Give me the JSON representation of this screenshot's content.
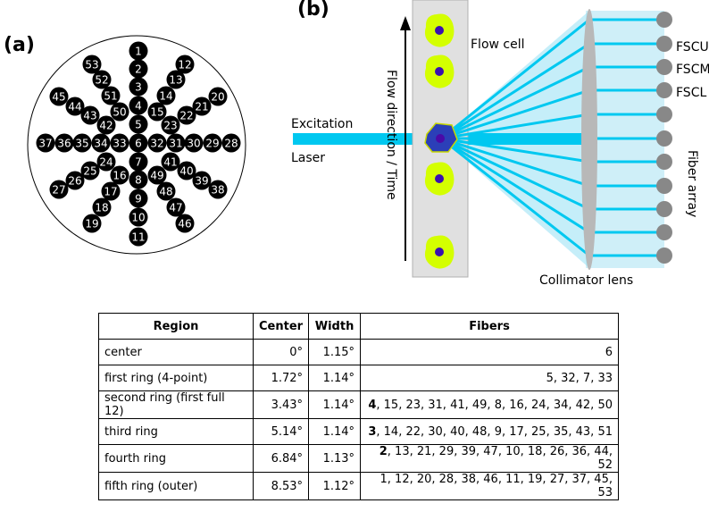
{
  "panel_a_label": "(a)",
  "panel_b_label": "(b)",
  "fibers": [
    {
      "id": "1"
    },
    {
      "id": "2"
    },
    {
      "id": "3"
    },
    {
      "id": "4"
    },
    {
      "id": "5"
    },
    {
      "id": "6"
    },
    {
      "id": "7"
    },
    {
      "id": "8"
    },
    {
      "id": "9"
    },
    {
      "id": "10"
    },
    {
      "id": "11"
    },
    {
      "id": "12"
    },
    {
      "id": "13"
    },
    {
      "id": "14"
    },
    {
      "id": "15"
    },
    {
      "id": "16"
    },
    {
      "id": "17"
    },
    {
      "id": "18"
    },
    {
      "id": "19"
    },
    {
      "id": "20"
    },
    {
      "id": "21"
    },
    {
      "id": "22"
    },
    {
      "id": "23"
    },
    {
      "id": "24"
    },
    {
      "id": "25"
    },
    {
      "id": "26"
    },
    {
      "id": "27"
    },
    {
      "id": "28"
    },
    {
      "id": "29"
    },
    {
      "id": "30"
    },
    {
      "id": "31"
    },
    {
      "id": "32"
    },
    {
      "id": "33"
    },
    {
      "id": "34"
    },
    {
      "id": "35"
    },
    {
      "id": "36"
    },
    {
      "id": "37"
    },
    {
      "id": "38"
    },
    {
      "id": "39"
    },
    {
      "id": "40"
    },
    {
      "id": "41"
    },
    {
      "id": "42"
    },
    {
      "id": "43"
    },
    {
      "id": "44"
    },
    {
      "id": "45"
    },
    {
      "id": "46"
    },
    {
      "id": "47"
    },
    {
      "id": "48"
    },
    {
      "id": "49"
    },
    {
      "id": "50"
    },
    {
      "id": "51"
    },
    {
      "id": "52"
    },
    {
      "id": "53"
    }
  ],
  "diagram": {
    "flow_cell_label": "Flow cell",
    "flow_direction_label": "Flow direction / Time",
    "excitation_label": "Excitation",
    "laser_label": "Laser",
    "fscu_label": "FSCU",
    "fscm_label": "FSCM",
    "fscl_label": "FSCL",
    "fiber_array_label": "Fiber array",
    "collimator_label": "Collimator lens",
    "colors": {
      "beam": "#00c8f0",
      "cell": "#d4ff00",
      "nucleus": "#3a10b0",
      "flowcell": "#e0e0e0",
      "lens": "#b0b0b0",
      "fiber_end": "#888888"
    }
  },
  "table": {
    "headers": [
      "Region",
      "Center",
      "Width",
      "Fibers"
    ],
    "rows": [
      {
        "region": "center",
        "center": "0°",
        "width": "1.15°",
        "fibers_bold": "",
        "fibers": "6"
      },
      {
        "region": "first ring (4-point)",
        "center": "1.72°",
        "width": "1.14°",
        "fibers_bold": "",
        "fibers": "5, 32, 7, 33"
      },
      {
        "region": "second ring (first full 12)",
        "center": "3.43°",
        "width": "1.14°",
        "fibers_bold": "4",
        "fibers": ", 15, 23, 31, 41, 49, 8, 16, 24, 34, 42, 50"
      },
      {
        "region": "third ring",
        "center": "5.14°",
        "width": "1.14°",
        "fibers_bold": "3",
        "fibers": ", 14, 22, 30, 40, 48, 9, 17, 25, 35, 43, 51"
      },
      {
        "region": "fourth ring",
        "center": "6.84°",
        "width": "1.13°",
        "fibers_bold": "2",
        "fibers": ", 13, 21, 29, 39, 47, 10, 18, 26, 36, 44, 52"
      },
      {
        "region": "fifth ring (outer)",
        "center": "8.53°",
        "width": "1.12°",
        "fibers_bold": "",
        "fibers": "1, 12, 20, 28, 38, 46, 11, 19, 27, 37, 45, 53"
      }
    ]
  }
}
